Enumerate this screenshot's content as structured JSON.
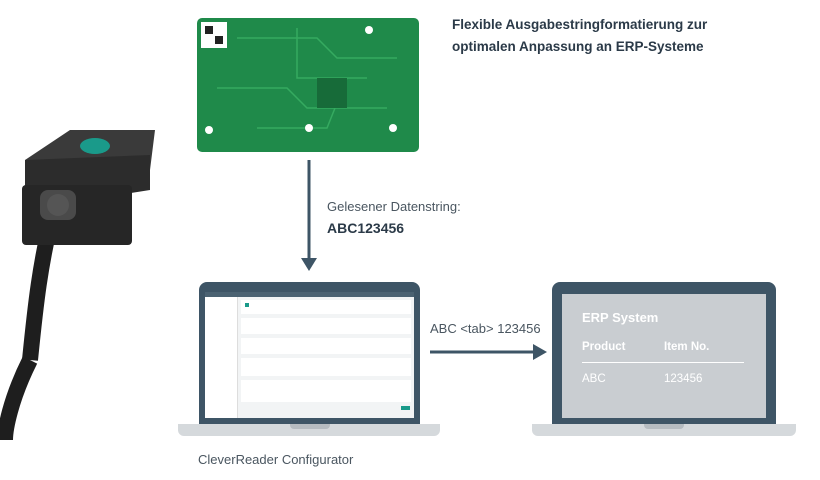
{
  "headline": {
    "line1": "Flexible Ausgabestringformatierung zur",
    "line2": "optimalen Anpassung an ERP-Systeme"
  },
  "read_string": {
    "label": "Gelesener Datenstring:",
    "value": "ABC123456"
  },
  "transfer": {
    "label": "ABC <tab> 123456"
  },
  "configurator": {
    "caption": "CleverReader Configurator"
  },
  "erp": {
    "title": "ERP System",
    "columns": [
      "Product",
      "Item No."
    ],
    "row": [
      "ABC",
      "123456"
    ]
  },
  "colors": {
    "pcb": "#1f8a4a",
    "bezel": "#3e5566",
    "arrow": "#3e5566",
    "accent": "#1a9a8a"
  }
}
